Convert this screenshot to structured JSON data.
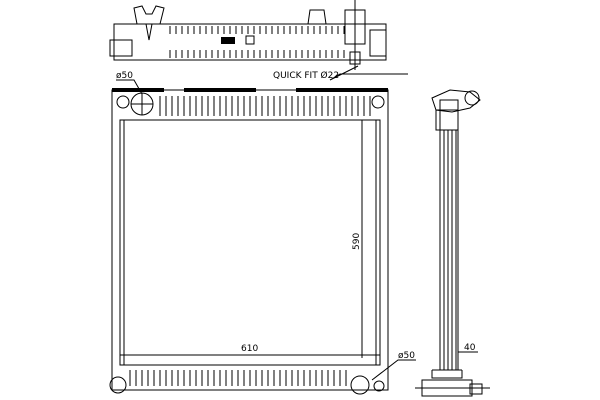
{
  "drawing": {
    "title": "Radiator technical drawing",
    "labels": {
      "inlet_diameter": "ø50",
      "quick_fit": "QUICK FIT Ø22",
      "height": "590",
      "width": "610",
      "outlet_diameter": "ø50",
      "depth": "40"
    }
  }
}
